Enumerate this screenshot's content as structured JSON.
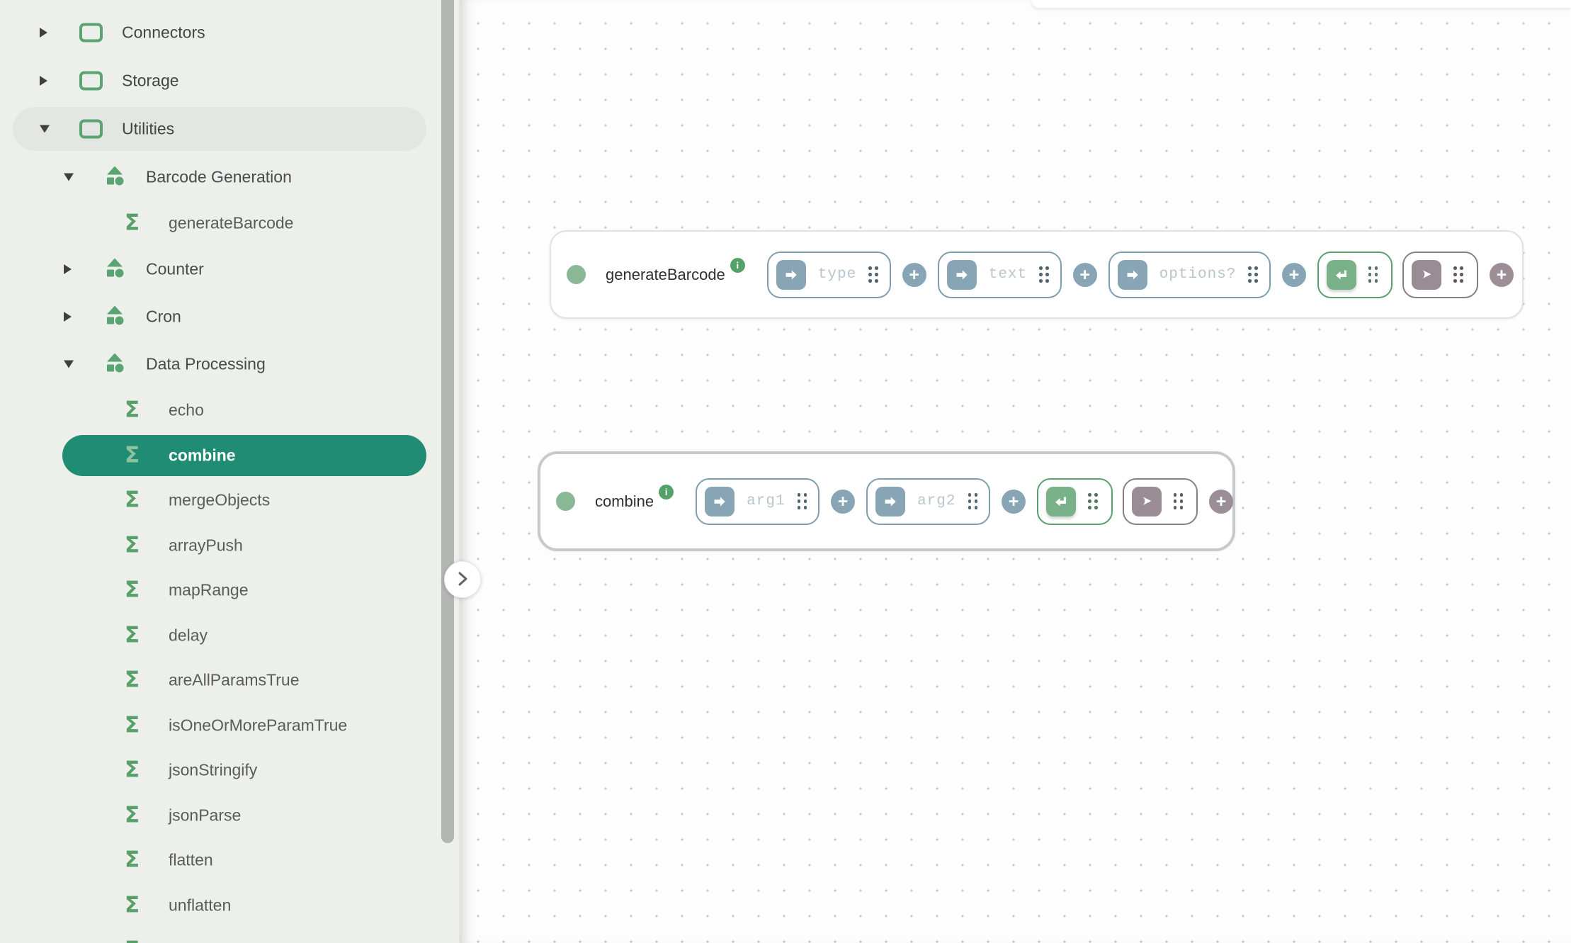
{
  "colors": {
    "accent_teal": "#218c74",
    "icon_green": "#57a169",
    "node_dot_green": "#8ab795",
    "info_green": "#55a268",
    "slate_blue": "#87a5b5",
    "pill_border_blue": "#7e9eb0",
    "pill_text_gray": "#b9c5cd",
    "green_pill_border": "#57a06c",
    "green_pill_fill": "#79b289",
    "mauve_pill_border": "#8b7d86",
    "mauve_pill_fill": "#9a8c94",
    "sidebar_bg": "#edefeb"
  },
  "icons": {
    "sigma": "Σ",
    "plus": "+",
    "info": "i"
  },
  "sidebar": {
    "items": [
      {
        "label": "Connectors",
        "type": "category",
        "state": "collapsed"
      },
      {
        "label": "Storage",
        "type": "category",
        "state": "collapsed"
      },
      {
        "label": "Utilities",
        "type": "category",
        "state": "expanded",
        "highlight": "hover"
      },
      {
        "label": "Barcode Generation",
        "type": "group",
        "state": "expanded"
      },
      {
        "label": "generateBarcode",
        "type": "function"
      },
      {
        "label": "Counter",
        "type": "group",
        "state": "collapsed"
      },
      {
        "label": "Cron",
        "type": "group",
        "state": "collapsed"
      },
      {
        "label": "Data Processing",
        "type": "group",
        "state": "expanded"
      },
      {
        "label": "echo",
        "type": "function"
      },
      {
        "label": "combine",
        "type": "function",
        "selected": true
      },
      {
        "label": "mergeObjects",
        "type": "function"
      },
      {
        "label": "arrayPush",
        "type": "function"
      },
      {
        "label": "mapRange",
        "type": "function"
      },
      {
        "label": "delay",
        "type": "function"
      },
      {
        "label": "areAllParamsTrue",
        "type": "function"
      },
      {
        "label": "isOneOrMoreParamTrue",
        "type": "function"
      },
      {
        "label": "jsonStringify",
        "type": "function"
      },
      {
        "label": "jsonParse",
        "type": "function"
      },
      {
        "label": "flatten",
        "type": "function"
      },
      {
        "label": "unflatten",
        "type": "function"
      },
      {
        "label": "",
        "type": "function",
        "partial": true
      }
    ]
  },
  "canvas": {
    "nodes": [
      {
        "name": "generateBarcode",
        "params": [
          "type",
          "text",
          "options?"
        ]
      },
      {
        "name": "combine",
        "params": [
          "arg1",
          "arg2"
        ]
      }
    ]
  }
}
